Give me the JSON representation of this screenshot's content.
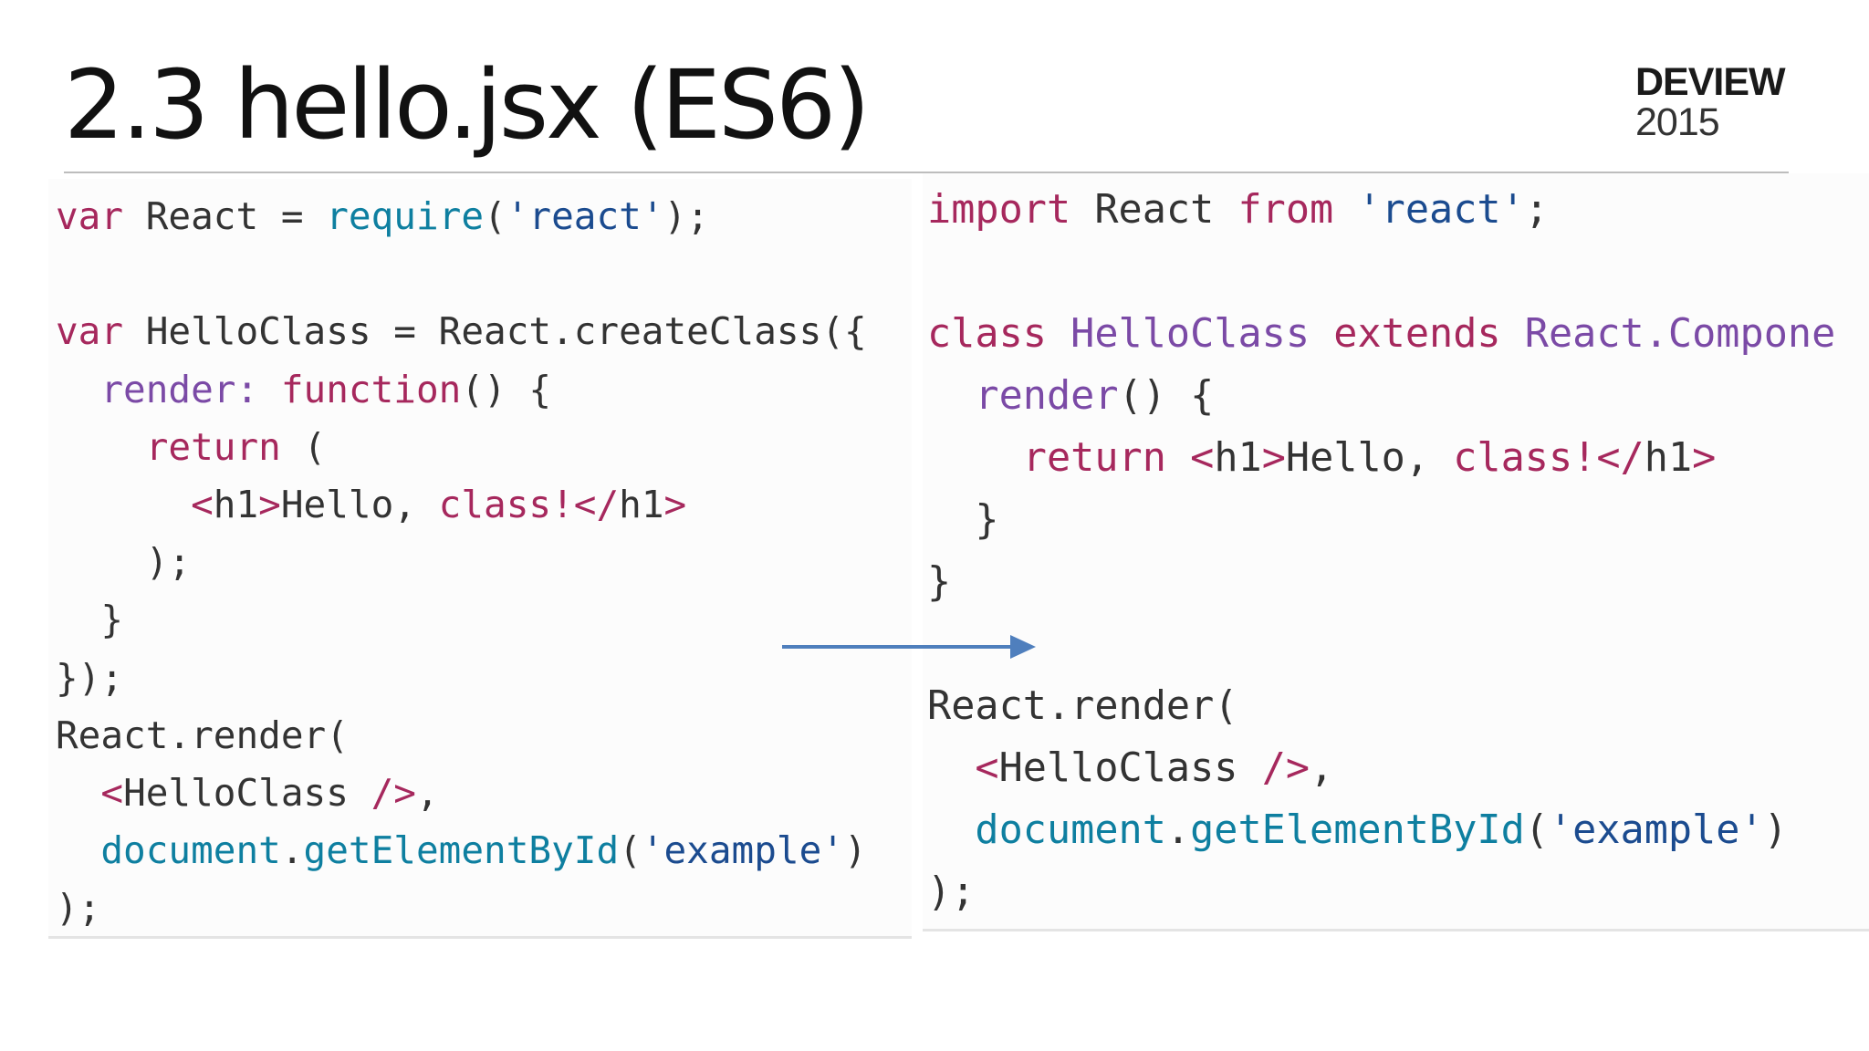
{
  "slide": {
    "title": "2.3 hello.jsx (ES6)"
  },
  "logo": {
    "name": "DEVIEW",
    "year": "2015"
  },
  "code_left": {
    "lines": [
      [
        {
          "t": "var",
          "c": "kw"
        },
        {
          "t": " React = "
        },
        {
          "t": "require",
          "c": "fn"
        },
        {
          "t": "("
        },
        {
          "t": "'react'",
          "c": "str"
        },
        {
          "t": ");"
        }
      ],
      [],
      [
        {
          "t": "var",
          "c": "kw"
        },
        {
          "t": " HelloClass = React.createClass({"
        }
      ],
      [
        {
          "t": "  "
        },
        {
          "t": "render:",
          "c": "ty"
        },
        {
          "t": " "
        },
        {
          "t": "function",
          "c": "kw"
        },
        {
          "t": "() {"
        }
      ],
      [
        {
          "t": "    "
        },
        {
          "t": "return",
          "c": "kw"
        },
        {
          "t": " ("
        }
      ],
      [
        {
          "t": "      "
        },
        {
          "t": "<",
          "c": "kw"
        },
        {
          "t": "h1"
        },
        {
          "t": ">",
          "c": "kw"
        },
        {
          "t": "Hello, "
        },
        {
          "t": "class!</",
          "c": "kw"
        },
        {
          "t": "h1"
        },
        {
          "t": ">",
          "c": "kw"
        }
      ],
      [
        {
          "t": "    );"
        }
      ],
      [
        {
          "t": "  }"
        }
      ],
      [
        {
          "t": "});"
        }
      ],
      [
        {
          "t": "React.render("
        }
      ],
      [
        {
          "t": "  "
        },
        {
          "t": "<",
          "c": "kw"
        },
        {
          "t": "HelloClass "
        },
        {
          "t": "/>",
          "c": "kw"
        },
        {
          "t": ","
        }
      ],
      [
        {
          "t": "  "
        },
        {
          "t": "document",
          "c": "fn"
        },
        {
          "t": "."
        },
        {
          "t": "getElementById",
          "c": "fn"
        },
        {
          "t": "("
        },
        {
          "t": "'example'",
          "c": "str"
        },
        {
          "t": ")"
        }
      ],
      [
        {
          "t": ");"
        }
      ]
    ]
  },
  "code_right": {
    "lines": [
      [
        {
          "t": "import",
          "c": "kw"
        },
        {
          "t": " React "
        },
        {
          "t": "from",
          "c": "kw"
        },
        {
          "t": " "
        },
        {
          "t": "'react'",
          "c": "str"
        },
        {
          "t": ";"
        }
      ],
      [],
      [
        {
          "t": "class",
          "c": "kw"
        },
        {
          "t": " "
        },
        {
          "t": "HelloClass",
          "c": "ty"
        },
        {
          "t": " "
        },
        {
          "t": "extends",
          "c": "kw"
        },
        {
          "t": " "
        },
        {
          "t": "React.Compone",
          "c": "ty"
        }
      ],
      [
        {
          "t": "  "
        },
        {
          "t": "render",
          "c": "ty"
        },
        {
          "t": "() {"
        }
      ],
      [
        {
          "t": "    "
        },
        {
          "t": "return",
          "c": "kw"
        },
        {
          "t": " "
        },
        {
          "t": "<",
          "c": "kw"
        },
        {
          "t": "h1"
        },
        {
          "t": ">",
          "c": "kw"
        },
        {
          "t": "Hello, "
        },
        {
          "t": "class!</",
          "c": "kw"
        },
        {
          "t": "h1"
        },
        {
          "t": ">",
          "c": "kw"
        }
      ],
      [
        {
          "t": "  }"
        }
      ],
      [
        {
          "t": "}"
        }
      ],
      [],
      [
        {
          "t": "React.render("
        }
      ],
      [
        {
          "t": "  "
        },
        {
          "t": "<",
          "c": "kw"
        },
        {
          "t": "HelloClass "
        },
        {
          "t": "/>",
          "c": "kw"
        },
        {
          "t": ","
        }
      ],
      [
        {
          "t": "  "
        },
        {
          "t": "document",
          "c": "fn"
        },
        {
          "t": "."
        },
        {
          "t": "getElementById",
          "c": "fn"
        },
        {
          "t": "("
        },
        {
          "t": "'example'",
          "c": "str"
        },
        {
          "t": ")"
        }
      ],
      [
        {
          "t": ");"
        }
      ]
    ]
  },
  "colors": {
    "keyword": "#a6285d",
    "function": "#0e7fa0",
    "string": "#1b4b8f",
    "type": "#7b4aa6",
    "arrow": "#4f7fbd"
  },
  "icons": {
    "arrow": "right-arrow-icon"
  }
}
